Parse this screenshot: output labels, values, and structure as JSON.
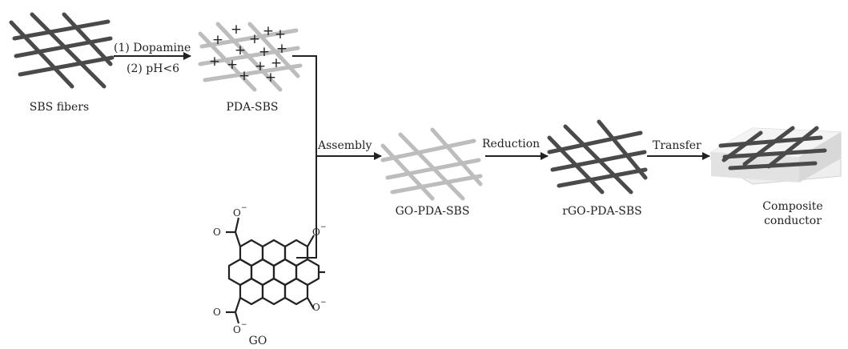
{
  "colors": {
    "dark_fiber": "#4a4a4a",
    "light_fiber": "#bdbdbd",
    "arrow": "#222222",
    "slab": "#e6e6e6"
  },
  "labels": {
    "sbs_fibers": "SBS fibers",
    "step1": "(1) Dopamine",
    "step2": "(2) pH<6",
    "pda_sbs": "PDA-SBS",
    "assembly": "Assembly",
    "go_pda_sbs": "GO-PDA-SBS",
    "reduction": "Reduction",
    "rgo_pda_sbs": "rGO-PDA-SBS",
    "transfer": "Transfer",
    "composite_1": "Composite",
    "composite_2": "conductor",
    "go": "GO"
  },
  "chem": {
    "o": "O",
    "minus": "−",
    "plus": "+"
  }
}
